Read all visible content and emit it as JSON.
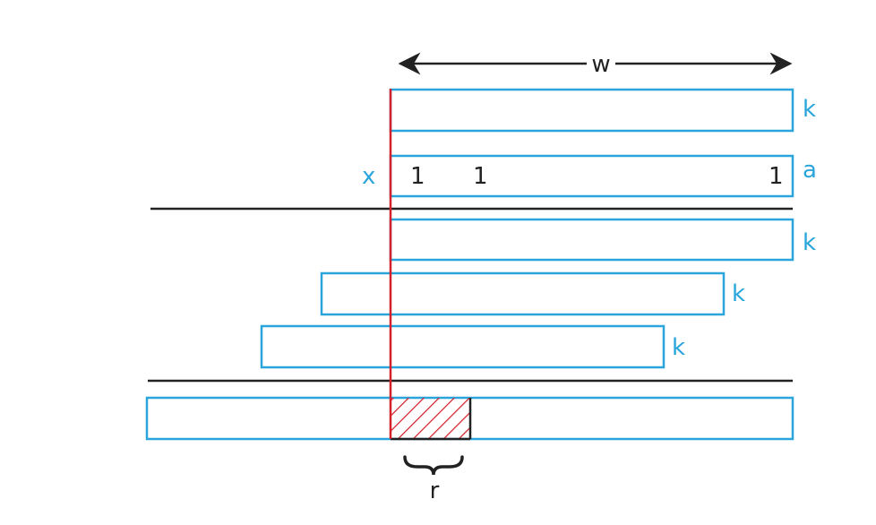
{
  "colors": {
    "box": "#2aa5dc",
    "label": "#2aa5dc",
    "text": "#222222",
    "marker_line": "#d4202a",
    "hatch": "#d4202a"
  },
  "labels": {
    "width": "w",
    "row1": "k",
    "row2": "a",
    "row3": "k",
    "row4": "k",
    "row5": "k",
    "x": "x",
    "bit1": "1",
    "bit2": "1",
    "bit3": "1",
    "remainder": "r"
  }
}
